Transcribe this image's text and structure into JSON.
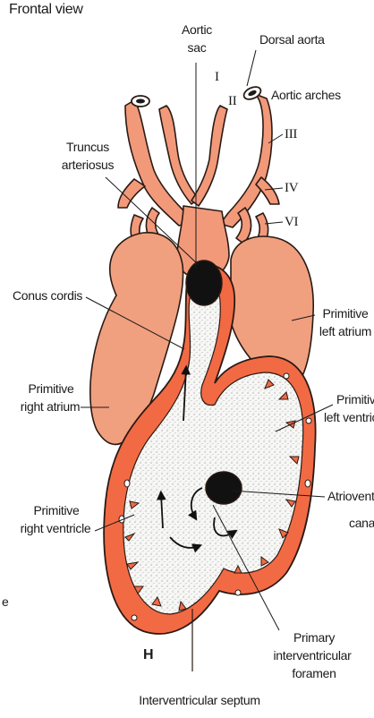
{
  "view_title": "Frontal view",
  "panel_letter": "H",
  "stray_letter": "e",
  "labels": {
    "aortic_sac_1": "Aortic",
    "aortic_sac_2": "sac",
    "dorsal_aorta": "Dorsal aorta",
    "aortic_arches": "Aortic arches",
    "arch_I": "I",
    "arch_II": "II",
    "arch_III": "III",
    "arch_IV": "IV",
    "arch_VI": "VI",
    "truncus_1": "Truncus",
    "truncus_2": "arteriosus",
    "conus_cordis": "Conus cordis",
    "left_atrium_1": "Primitive",
    "left_atrium_2": "left atrium",
    "right_atrium_1": "Primitive",
    "right_atrium_2": "right atrium",
    "left_ventricle_1": "Primitive",
    "left_ventricle_2": "left ventricle",
    "av_canal_1": "Atrioventricular",
    "av_canal_2": "canal",
    "right_ventricle_1": "Primitive",
    "right_ventricle_2": "right ventricle",
    "foramen_1": "Primary",
    "foramen_2": "interventricular",
    "foramen_3": "foramen",
    "septum": "Interventricular septum"
  },
  "colors": {
    "vessel": "#f2997a",
    "atrium": "#f0a07e",
    "wall": "#f26a44",
    "wall_dark": "#d9532f",
    "lumen": "#f6f6f4",
    "outline": "#2a1a14"
  }
}
